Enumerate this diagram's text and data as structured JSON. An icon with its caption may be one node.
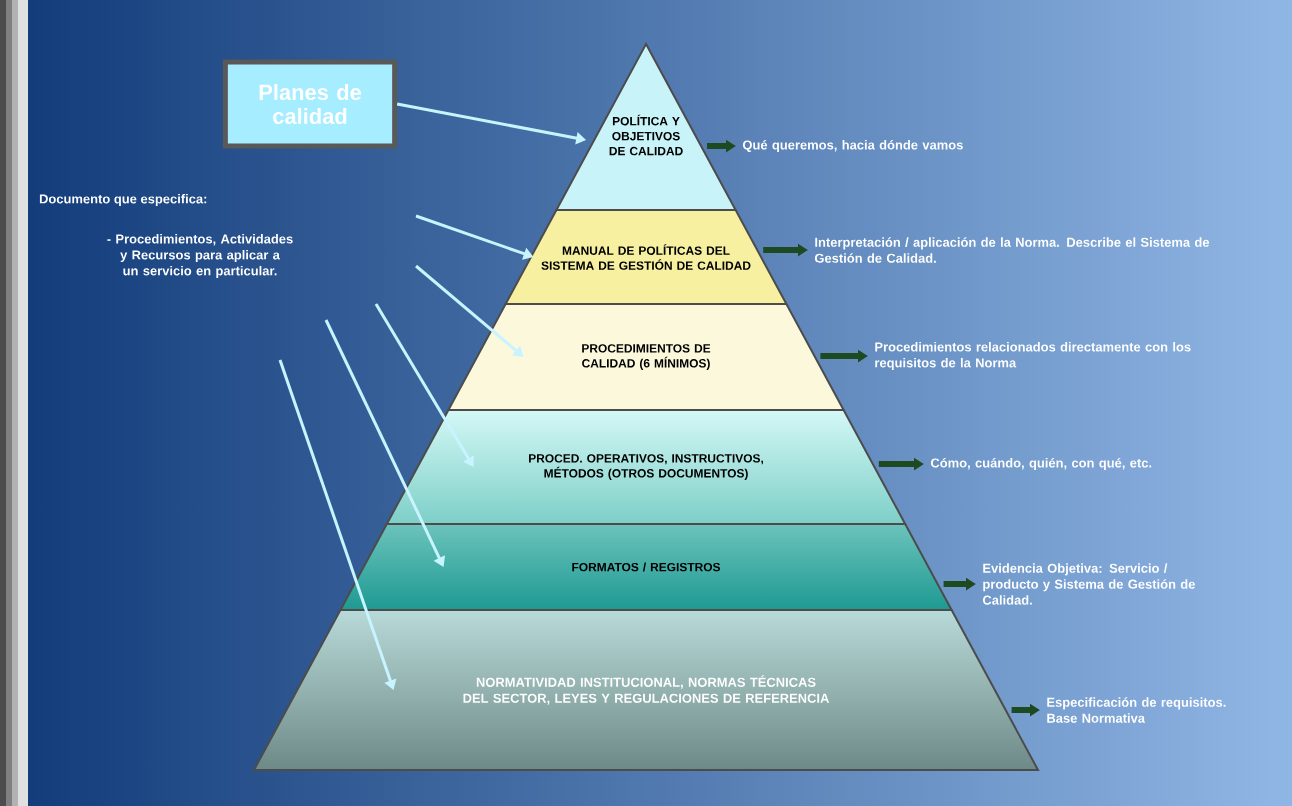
{
  "diagram": {
    "nodes": [
      {
        "text": [
          "Planes de calidad"
        ]
      },
      {
        "text": [
          "POLÍTICA Y OBJETIVOS DE CALIDAD"
        ]
      },
      {
        "text": [
          "MANUAL DE POLÍTICAS DEL SISTEMA DE GESTIÓN DE CALIDAD"
        ]
      },
      {
        "text": [
          "PROCEDIMIENTOS DE CALIDAD (6 MÍNIMOS)"
        ]
      },
      {
        "text": [
          "PROCED. OPERATIVOS, INSTRUCTIVOS, MÉTODOS (OTROS DOCUMENTOS)"
        ]
      },
      {
        "text": [
          "FORMATOS / REGISTROS"
        ]
      },
      {
        "text": [
          "NORMATIVIDAD INSTITUCIONAL, NORMAS TÉCNICAS DEL SECTOR, LEYES Y REGULACIONES DE REFERENCIA"
        ]
      },
      {
        "text": [
          "Qué queremos, hacia dónde vamos"
        ]
      },
      {
        "text": [
          "Interpretación / aplicación de la Norma. Describe el Sistema de Gestión de Calidad."
        ]
      },
      {
        "text": [
          "Procedimientos relacionados directamente con los requisitos de la Norma"
        ]
      },
      {
        "text": [
          "Cómo, cuándo, quién, con qué, etc."
        ]
      },
      {
        "text": [
          "Evidencia Objetiva: Servicio / producto y Sistema de Gestión de Calidad."
        ]
      },
      {
        "text": [
          "Especificación de requisitos. Base Normativa"
        ]
      }
    ],
    "edges": [
      {
        "from": 0,
        "to": 1,
        "arrow": "to",
        "color": "#c8f4ff"
      },
      {
        "from": null,
        "to": 2,
        "arrow": "to",
        "color": "#c8f4ff"
      },
      {
        "from": null,
        "to": 3,
        "arrow": "to",
        "color": "#c8f4ff"
      },
      {
        "from": null,
        "to": 4,
        "arrow": "to",
        "color": "#c8f4ff"
      },
      {
        "from": null,
        "to": 5,
        "arrow": "to",
        "color": "#c8f4ff"
      },
      {
        "from": null,
        "to": 6,
        "arrow": "to",
        "color": "#c8f4ff"
      },
      {
        "from": 1,
        "to": 7,
        "arrow": "to",
        "style": "thick",
        "color": "#1e4a22"
      },
      {
        "from": 2,
        "to": 8,
        "arrow": "to",
        "style": "thick",
        "color": "#1e4a22"
      },
      {
        "from": 3,
        "to": 9,
        "arrow": "to",
        "style": "thick",
        "color": "#1e4a22"
      },
      {
        "from": 4,
        "to": 10,
        "arrow": "to",
        "style": "thick",
        "color": "#1e4a22"
      },
      {
        "from": 5,
        "to": 11,
        "arrow": "to",
        "style": "thick",
        "color": "#1e4a22"
      },
      {
        "from": 6,
        "to": 12,
        "arrow": "to",
        "style": "thick",
        "color": "#1e4a22"
      }
    ],
    "labels": [
      "Documento que especifica:",
      "- Procedimientos, Actividades y Recursos para aplicar a un servicio en particular."
    ]
  }
}
